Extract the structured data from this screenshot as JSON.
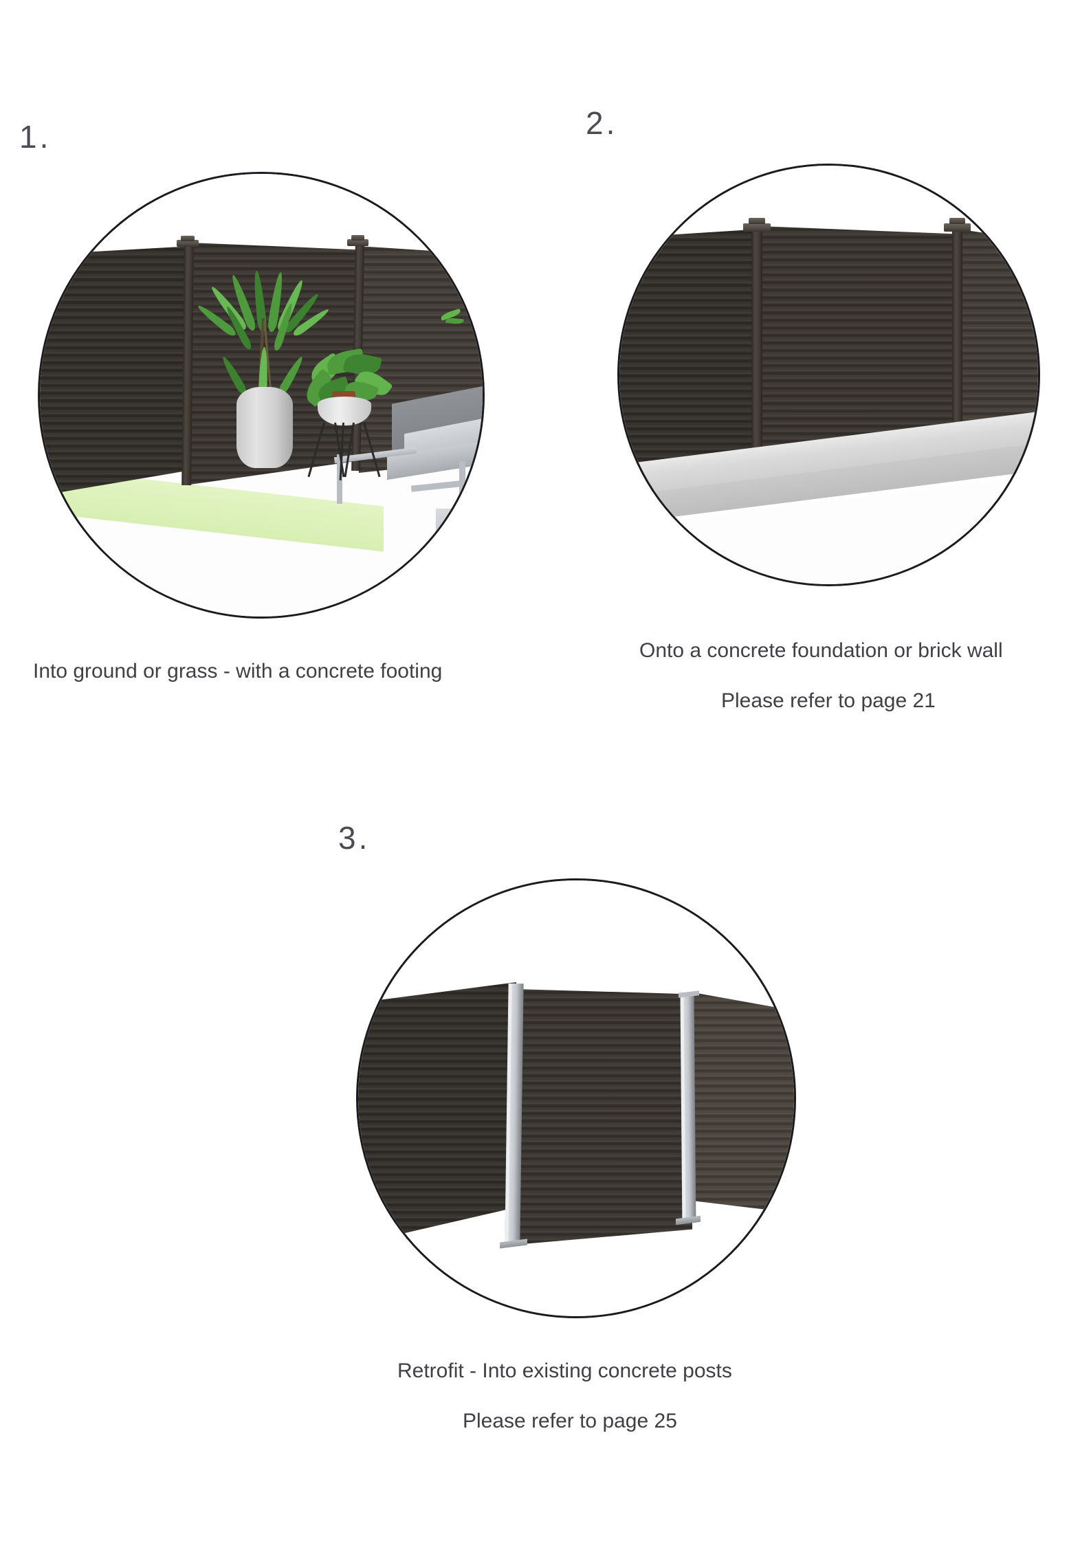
{
  "document": {
    "type": "installation-guide-page",
    "background_color": "#ffffff",
    "text_color": "#3f3f46"
  },
  "steps": [
    {
      "number": "1.",
      "caption_lines": [
        "Into ground or grass - with a concrete footing"
      ],
      "illustration": {
        "name": "fence-into-ground-illustration",
        "description": "Dark composite slat fence with capped posts set into grass beside a patio with potted plants and a garden bench",
        "ground": "grass",
        "fence_color": "#3b3631",
        "post_color": "#413b35",
        "grass_color": "#d9f0b5"
      }
    },
    {
      "number": "2.",
      "caption_lines": [
        "Onto a concrete foundation or brick wall",
        "Please refer to page 21"
      ],
      "page_reference": 21,
      "illustration": {
        "name": "fence-on-concrete-foundation-illustration",
        "description": "Dark composite slat fence with capped posts mounted on a light grey concrete foundation strip",
        "ground": "concrete foundation",
        "fence_color": "#3b3631",
        "post_color": "#413b35",
        "concrete_color": "#dadada"
      }
    },
    {
      "number": "3.",
      "caption_lines": [
        "Retrofit - Into existing concrete posts",
        "Please refer to page 25"
      ],
      "page_reference": 25,
      "illustration": {
        "name": "fence-retrofit-concrete-posts-illustration",
        "description": "Dark composite slat fence panels fixed between silver aluminium retrofit posts, shown at an angle against white background",
        "ground": "none",
        "fence_color": "#3b3631",
        "post_color": "#c3c7cb"
      }
    }
  ],
  "colors": {
    "fence_dark": "#3b3631",
    "fence_mid": "#433d37",
    "fence_light": "#4a443d",
    "post_cap": "#6a645c",
    "silver_post": "#c3c7cb",
    "grass": "#d9f0b5",
    "concrete": "#dadada",
    "outline": "#1b1b1f",
    "foliage": "#4f9b3e",
    "furniture": "#a7aaae"
  }
}
